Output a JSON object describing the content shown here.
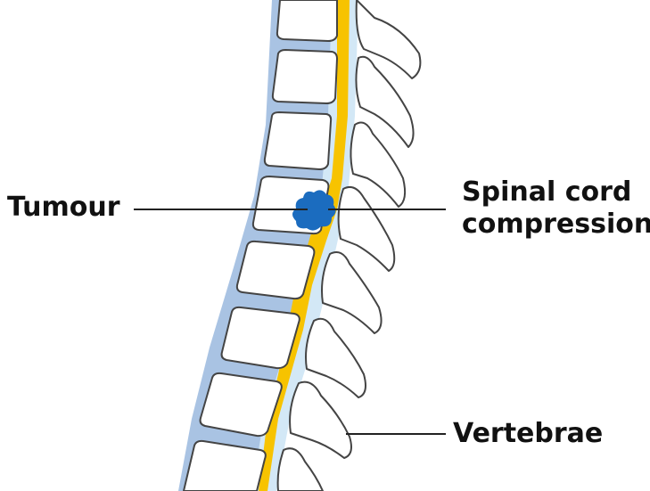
{
  "labels": {
    "tumour": "Tumour",
    "compression_line1": "Spinal cord",
    "compression_line2": "compression",
    "vertebrae": "Vertebrae"
  },
  "colors": {
    "disc": "#a9c3e3",
    "canal": "#d3e8f6",
    "cord": "#f7c300",
    "tumour": "#1b6cbf",
    "outline": "#444444"
  }
}
